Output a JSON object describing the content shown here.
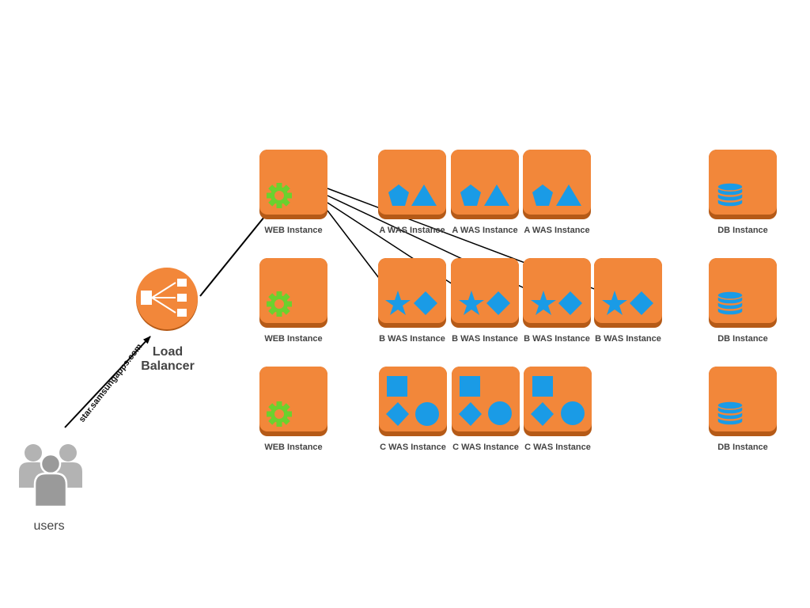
{
  "colors": {
    "orange": "#f2873a",
    "orange_shadow": "#b55a17",
    "blue": "#1a9be6",
    "green": "#6bd12e",
    "arrow": "#000000",
    "gray_user": "#b3b3b3"
  },
  "load_balancer": {
    "label_line1": "Load",
    "label_line2": "Balancer",
    "icon": "load-balancer-icon"
  },
  "users": {
    "label": "users",
    "icon": "users-icon"
  },
  "connection": {
    "label": "star.samsungapps.com"
  },
  "web_instances": [
    {
      "label": "WEB Instance",
      "icon": "gear-icon"
    },
    {
      "label": "WEB Instance",
      "icon": "gear-icon"
    },
    {
      "label": "WEB Instance",
      "icon": "gear-icon"
    }
  ],
  "a_was": [
    {
      "label": "A WAS Instance",
      "icon": "pentagon-triangle-icon"
    },
    {
      "label": "A WAS Instance",
      "icon": "pentagon-triangle-icon"
    },
    {
      "label": "A WAS Instance",
      "icon": "pentagon-triangle-icon"
    }
  ],
  "b_was": [
    {
      "label": "B WAS Instance",
      "icon": "star-diamond-icon"
    },
    {
      "label": "B WAS Instance",
      "icon": "star-diamond-icon"
    },
    {
      "label": "B WAS Instance",
      "icon": "star-diamond-icon"
    },
    {
      "label": "B WAS Instance",
      "icon": "star-diamond-icon"
    }
  ],
  "c_was": [
    {
      "label": "C WAS Instance",
      "icon": "square-diamond-circle-icon"
    },
    {
      "label": "C WAS Instance",
      "icon": "square-diamond-circle-icon"
    },
    {
      "label": "C WAS Instance",
      "icon": "square-diamond-circle-icon"
    }
  ],
  "db_instances": [
    {
      "label": "DB Instance",
      "icon": "database-icon"
    },
    {
      "label": "DB Instance",
      "icon": "database-icon"
    },
    {
      "label": "DB Instance",
      "icon": "database-icon"
    }
  ]
}
